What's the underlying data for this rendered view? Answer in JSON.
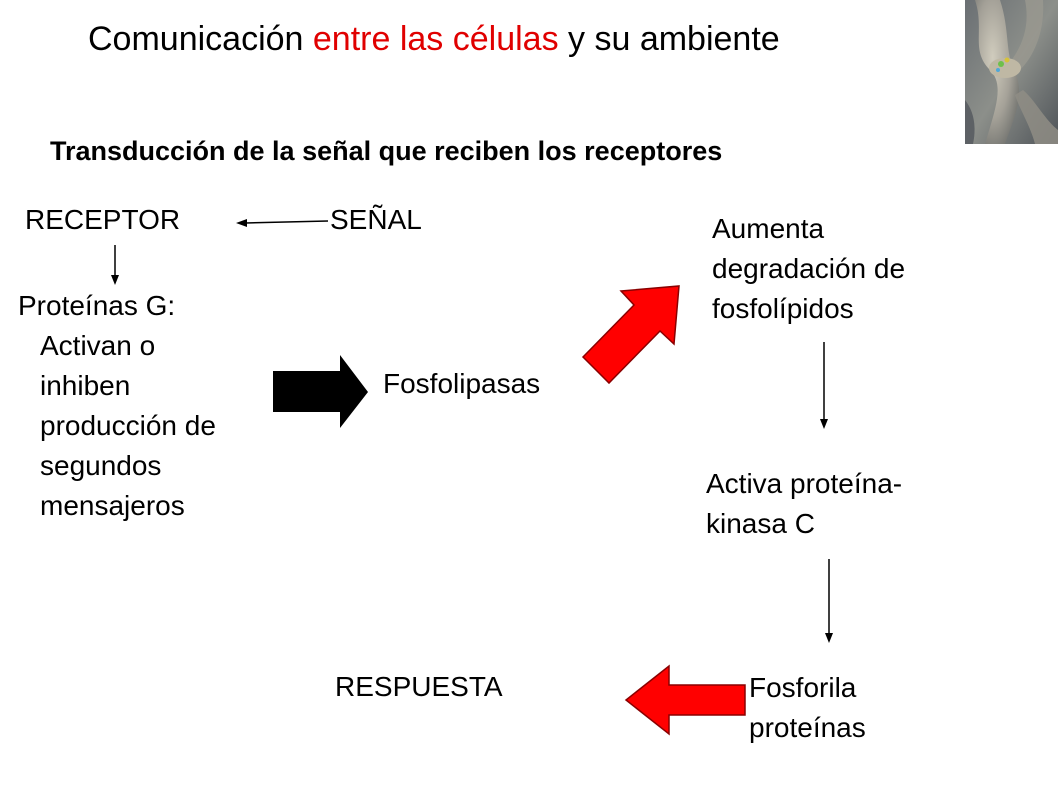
{
  "title": {
    "part1": "Comunicación ",
    "part2": "entre las células",
    "part3": " y su ambiente"
  },
  "subtitle": "Transducción de la señal que reciben los receptores",
  "nodes": {
    "receptor": "RECEPTOR",
    "senal": "SEÑAL",
    "proteinas_g": "Proteínas G:",
    "proteinas_g_desc": [
      "Activan o",
      "inhiben",
      "producción de",
      "segundos",
      "mensajeros"
    ],
    "fosfolipasas": "Fosfolipasas",
    "aumenta": [
      "Aumenta",
      "degradación de",
      "fosfolípidos"
    ],
    "activa": [
      "Activa proteína-",
      "kinasa C"
    ],
    "fosforila": [
      "Fosforila",
      "proteínas"
    ],
    "respuesta": "RESPUESTA"
  },
  "colors": {
    "accent_red": "#e00000",
    "arrow_red": "#ff0000",
    "arrow_black": "#000000"
  },
  "image": {
    "icon": "neuron-synapse-illustration"
  }
}
